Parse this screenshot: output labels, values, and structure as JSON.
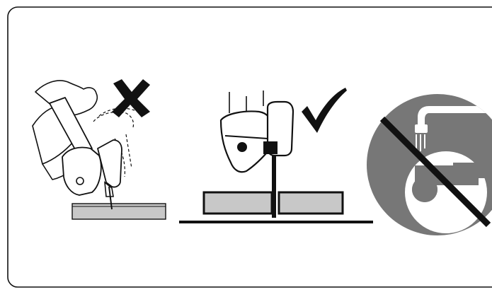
{
  "panels": [
    {
      "id": "wrong-angle",
      "verdict": "incorrect",
      "icon": "x-mark-icon"
    },
    {
      "id": "correct-vertical",
      "verdict": "correct",
      "icon": "check-mark-icon"
    },
    {
      "id": "no-water",
      "verdict": "prohibited",
      "icon": "prohibition-icon"
    }
  ],
  "colors": {
    "ink": "#111111",
    "panel_fill": "#bdbdbd",
    "board_fill": "#c8c8c8",
    "circle_fill": "#777777",
    "paper": "#ffffff"
  }
}
